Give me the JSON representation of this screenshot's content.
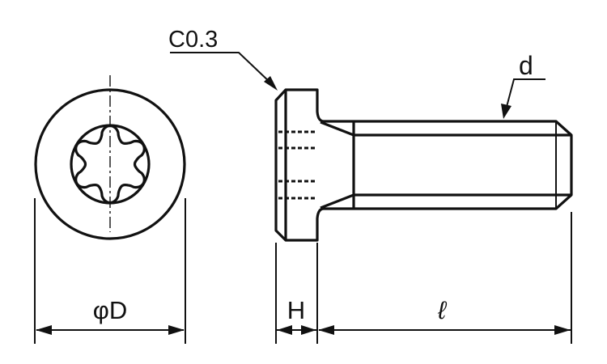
{
  "labels": {
    "chamfer": "C0.3",
    "thread_diameter": "d",
    "head_diameter": "φD",
    "head_height": "H",
    "length": "ℓ"
  },
  "colors": {
    "line": "#111111",
    "background": "#ffffff"
  }
}
